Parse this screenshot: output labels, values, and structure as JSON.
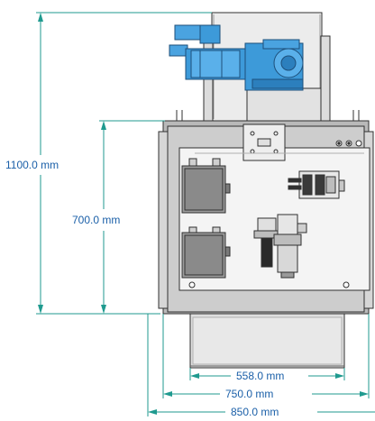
{
  "dimensions": {
    "overall_height": "1100.0 mm",
    "frame_height": "700.0  mm",
    "base_width": "558.0 mm",
    "frame_width": "750.0  mm",
    "overall_width": "850.0  mm"
  },
  "colors": {
    "dimension": "#1f9a8f",
    "dimension_text": "#1a5fa8",
    "motor": "#3d9ad9",
    "steel": "#d8d8d8",
    "steel_dark": "#8a8a8a",
    "outline": "#303030",
    "enclosure": "#b9b9b9",
    "panel": "#f4f4f4"
  },
  "components": {
    "gear_motor": "motor-icon",
    "junction_boxes": "box-icon",
    "solenoid_valves": "valve-icon",
    "air_filter_regulator": "filter-regulator-icon",
    "indicator_lights": "indicator-light-icon"
  }
}
